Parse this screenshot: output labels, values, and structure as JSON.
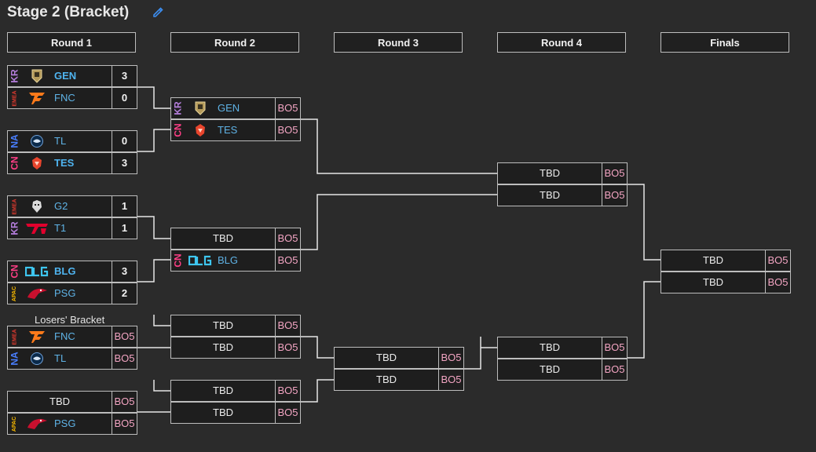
{
  "page": {
    "title": "Stage 2 (Bracket)"
  },
  "rounds": [
    "Round 1",
    "Round 2",
    "Round 3",
    "Round 4",
    "Finals"
  ],
  "losers_label": "Losers' Bracket",
  "colors": {
    "KR": "#b57edc",
    "EMEA": "#e03a2f",
    "NA": "#4a7fff",
    "CN": "#ff3f86",
    "APAC": "#f5b700",
    "bo": "#f3a5c3",
    "team": "#5fb3e6"
  },
  "matches": [
    {
      "id": "r1m1",
      "rows": [
        {
          "region": "KR",
          "logo": "gen",
          "team": "GEN",
          "score": "3",
          "win": true
        },
        {
          "region": "EMEA",
          "logo": "fnc",
          "team": "FNC",
          "score": "0"
        }
      ]
    },
    {
      "id": "r1m2",
      "rows": [
        {
          "region": "NA",
          "logo": "tl",
          "team": "TL",
          "score": "0"
        },
        {
          "region": "CN",
          "logo": "tes",
          "team": "TES",
          "score": "3",
          "win": true
        }
      ]
    },
    {
      "id": "r1m3",
      "rows": [
        {
          "region": "EMEA",
          "logo": "g2",
          "team": "G2",
          "score": "1"
        },
        {
          "region": "KR",
          "logo": "t1",
          "team": "T1",
          "score": "1"
        }
      ]
    },
    {
      "id": "r1m4",
      "rows": [
        {
          "region": "CN",
          "logo": "blg",
          "team": "BLG",
          "score": "3",
          "win": true
        },
        {
          "region": "APAC",
          "logo": "psg",
          "team": "PSG",
          "score": "2"
        }
      ]
    },
    {
      "id": "r1m5",
      "rows": [
        {
          "region": "EMEA",
          "logo": "fnc",
          "team": "FNC",
          "score": "BO5",
          "bo": true
        },
        {
          "region": "NA",
          "logo": "tl",
          "team": "TL",
          "score": "BO5",
          "bo": true
        }
      ]
    },
    {
      "id": "r1m6",
      "rows": [
        {
          "tbd": "TBD",
          "score": "BO5",
          "bo": true
        },
        {
          "region": "APAC",
          "logo": "psg",
          "team": "PSG",
          "score": "BO5",
          "bo": true
        }
      ]
    },
    {
      "id": "r2m1",
      "rows": [
        {
          "region": "KR",
          "logo": "gen",
          "team": "GEN",
          "score": "BO5",
          "bo": true
        },
        {
          "region": "CN",
          "logo": "tes",
          "team": "TES",
          "score": "BO5",
          "bo": true
        }
      ]
    },
    {
      "id": "r2m2",
      "rows": [
        {
          "tbd": "TBD",
          "score": "BO5",
          "bo": true
        },
        {
          "region": "CN",
          "logo": "blg",
          "team": "BLG",
          "score": "BO5",
          "bo": true
        }
      ]
    },
    {
      "id": "r2m3",
      "rows": [
        {
          "tbd": "TBD",
          "score": "BO5",
          "bo": true
        },
        {
          "tbd": "TBD",
          "score": "BO5",
          "bo": true
        }
      ]
    },
    {
      "id": "r2m4",
      "rows": [
        {
          "tbd": "TBD",
          "score": "BO5",
          "bo": true
        },
        {
          "tbd": "TBD",
          "score": "BO5",
          "bo": true
        }
      ]
    },
    {
      "id": "r3m1",
      "rows": [
        {
          "tbd": "TBD",
          "score": "BO5",
          "bo": true
        },
        {
          "tbd": "TBD",
          "score": "BO5",
          "bo": true
        }
      ]
    },
    {
      "id": "r4m1",
      "rows": [
        {
          "tbd": "TBD",
          "score": "BO5",
          "bo": true
        },
        {
          "tbd": "TBD",
          "score": "BO5",
          "bo": true
        }
      ]
    },
    {
      "id": "r4m2",
      "rows": [
        {
          "tbd": "TBD",
          "score": "BO5",
          "bo": true
        },
        {
          "tbd": "TBD",
          "score": "BO5",
          "bo": true
        }
      ]
    },
    {
      "id": "f1",
      "rows": [
        {
          "tbd": "TBD",
          "score": "BO5",
          "bo": true
        },
        {
          "tbd": "TBD",
          "score": "BO5",
          "bo": true
        }
      ]
    }
  ]
}
